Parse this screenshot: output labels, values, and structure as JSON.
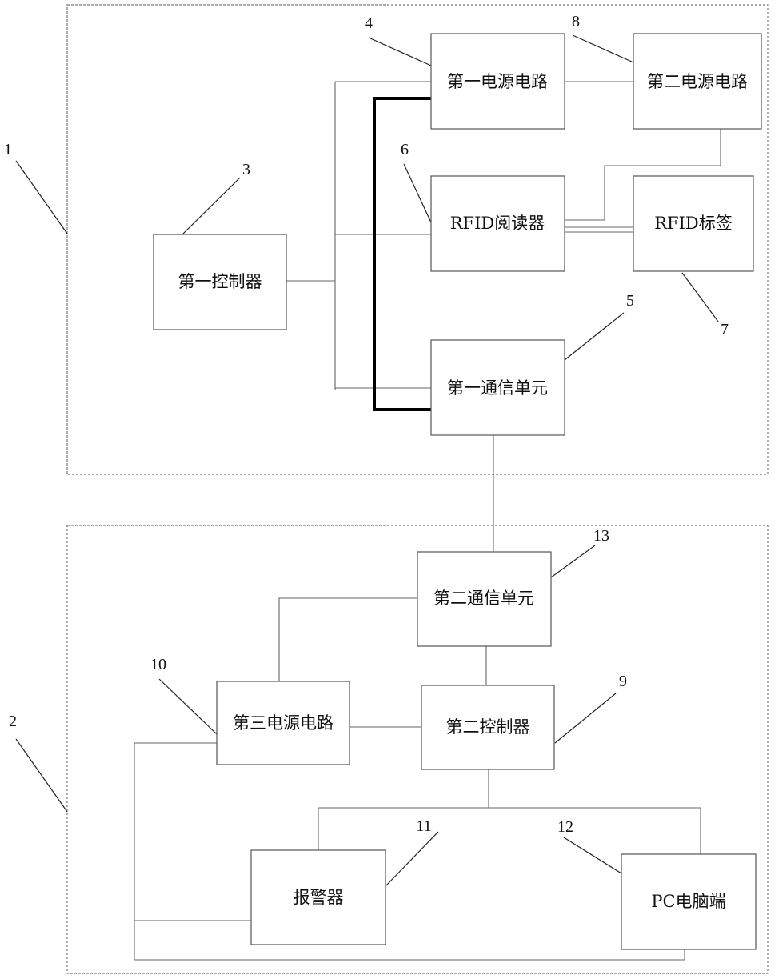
{
  "groups": {
    "top_ref": "1",
    "bottom_ref": "2"
  },
  "blocks": {
    "first_controller": {
      "label": "第一控制器",
      "ref": "3"
    },
    "first_power": {
      "label": "第一电源电路",
      "ref": "4"
    },
    "first_comm": {
      "label": "第一通信单元",
      "ref": "5"
    },
    "rfid_reader": {
      "label": "RFID阅读器",
      "ref": "6"
    },
    "rfid_tag": {
      "label": "RFID标签",
      "ref": "7"
    },
    "second_power": {
      "label": "第二电源电路",
      "ref": "8"
    },
    "second_controller": {
      "label": "第二控制器",
      "ref": "9"
    },
    "third_power": {
      "label": "第三电源电路",
      "ref": "10"
    },
    "alarm": {
      "label": "报警器",
      "ref": "11"
    },
    "pc": {
      "label": "PC电脑端",
      "ref": "12"
    },
    "second_comm": {
      "label": "第二通信单元",
      "ref": "13"
    }
  }
}
